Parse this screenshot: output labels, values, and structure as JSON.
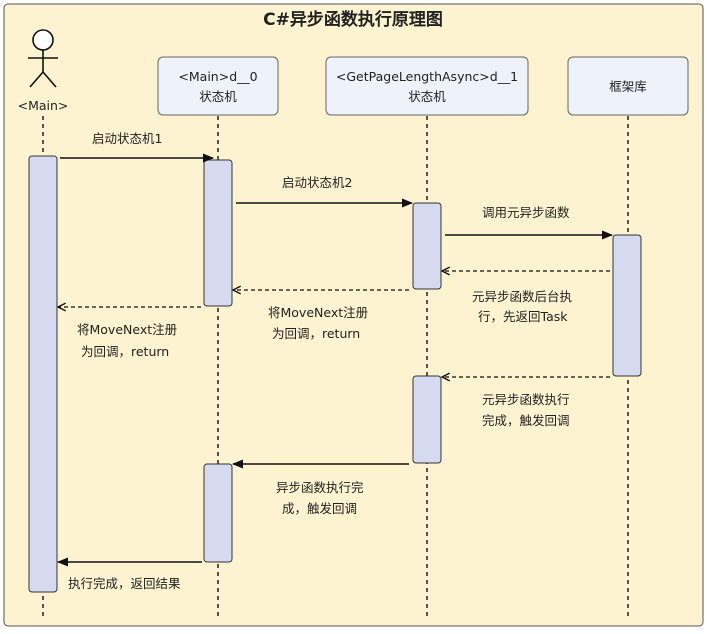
{
  "title": "C#异步函数执行原理图",
  "colors": {
    "frame_bg": "#fdf3d0",
    "frame_border": "#555555",
    "lifeline_box": "#eef2fb",
    "activation": "#d6daf1",
    "activation_border": "#333333",
    "line": "#111111"
  },
  "actor": {
    "icon": "stick-figure-icon",
    "label": "<Main>"
  },
  "participants": [
    {
      "id": "main_sm",
      "line1": "<Main>d__0",
      "line2": "状态机"
    },
    {
      "id": "async_sm",
      "line1": "<GetPageLengthAsync>d__1",
      "line2": "状态机"
    },
    {
      "id": "framework",
      "line1": "框架库",
      "line2": ""
    }
  ],
  "messages": [
    {
      "id": "m1",
      "from": "actor",
      "to": "main_sm",
      "style": "solid",
      "lines": [
        "启动状态机1"
      ]
    },
    {
      "id": "m2",
      "from": "main_sm",
      "to": "async_sm",
      "style": "solid",
      "lines": [
        "启动状态机2"
      ]
    },
    {
      "id": "m3",
      "from": "async_sm",
      "to": "framework",
      "style": "solid",
      "lines": [
        "调用元异步函数"
      ]
    },
    {
      "id": "m4",
      "from": "framework",
      "to": "async_sm",
      "style": "dashed",
      "lines": [
        "元异步函数后台执",
        "行，先返回Task"
      ]
    },
    {
      "id": "m5",
      "from": "async_sm",
      "to": "main_sm",
      "style": "dashed",
      "lines": [
        "将MoveNext注册",
        "为回调，return"
      ]
    },
    {
      "id": "m6",
      "from": "main_sm",
      "to": "actor",
      "style": "dashed",
      "lines": [
        "将MoveNext注册",
        "为回调，return"
      ]
    },
    {
      "id": "m7",
      "from": "framework",
      "to": "async_sm",
      "style": "dashed",
      "lines": [
        "元异步函数执行",
        "完成，触发回调"
      ]
    },
    {
      "id": "m8",
      "from": "async_sm",
      "to": "main_sm",
      "style": "solid",
      "lines": [
        "异步函数执行完",
        "成，触发回调"
      ]
    },
    {
      "id": "m9",
      "from": "main_sm",
      "to": "actor",
      "style": "solid",
      "lines": [
        "执行完成，返回结果"
      ]
    }
  ]
}
